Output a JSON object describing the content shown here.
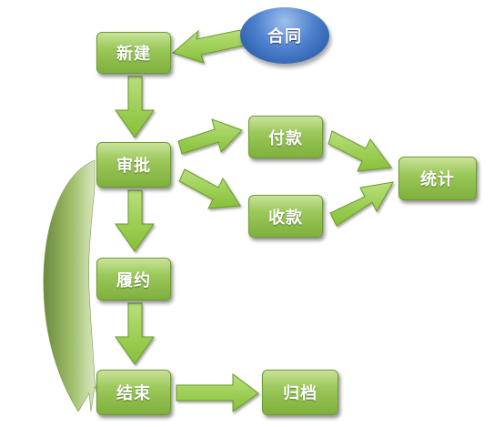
{
  "nodes": {
    "contract": "合同",
    "new": "新建",
    "approve": "审批",
    "pay": "付款",
    "receive": "收款",
    "stats": "统计",
    "perform": "履约",
    "end": "结束",
    "archive": "归档"
  },
  "colors": {
    "node_green": "#8dbd4a",
    "node_border": "#6e9a33",
    "oval_blue": "#3a6dbd",
    "arrow_fill": "#8dc63f",
    "arrow_stroke": "#6a9a2c",
    "curve_dark": "#6b8a3c",
    "curve_light": "#e6f0d4"
  }
}
